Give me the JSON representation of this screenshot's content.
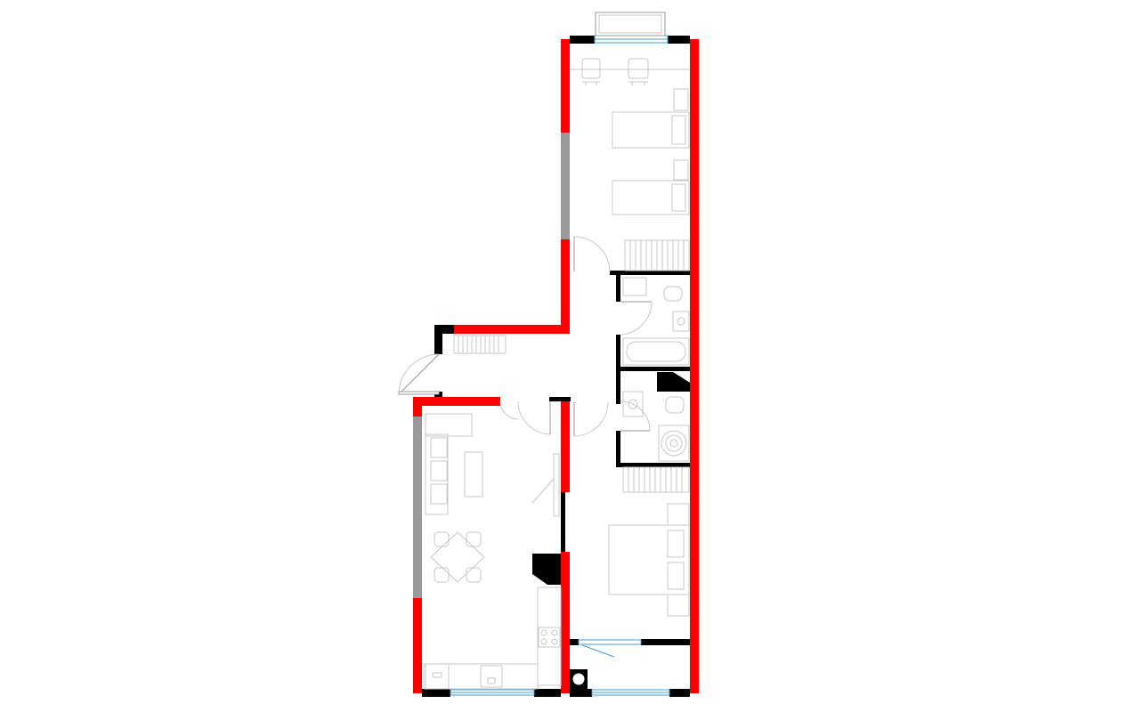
{
  "colors": {
    "background": "#ffffff",
    "exterior_wall": "#ff0000",
    "interior_wall": "#000000",
    "glazed_wall": "#999999",
    "window_frame": "#3aa0d8",
    "furniture_line": "#c8c8c8"
  },
  "rooms": [
    {
      "id": "bedroom-north",
      "icon": "twin-bed-icon"
    },
    {
      "id": "bathroom",
      "icon": "bathtub-icon"
    },
    {
      "id": "wc",
      "icon": "shower-icon"
    },
    {
      "id": "hallway",
      "icon": "entrance-door-icon"
    },
    {
      "id": "living-kitchen",
      "icon": "dining-table-icon"
    },
    {
      "id": "bedroom-south",
      "icon": "double-bed-icon"
    }
  ]
}
